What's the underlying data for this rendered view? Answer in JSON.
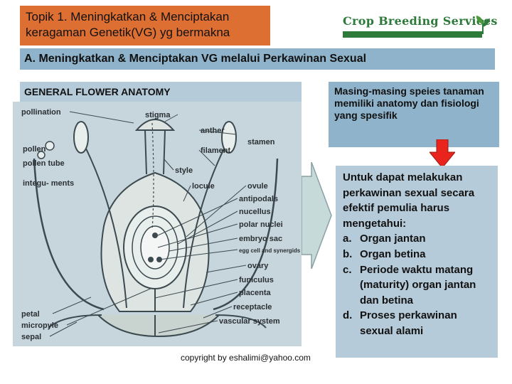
{
  "header": {
    "title_line1": "Topik  1. Meningkatkan & Menciptakan",
    "title_line2": "keragaman Genetik(VG) yg bermakna",
    "logo_text": "Crop Breeding Services",
    "logo_icon": "leaf-sprout-icon"
  },
  "subtitle": "A. Meningkatkan & Menciptakan VG melalui Perkawinan Sexual",
  "diagram": {
    "heading": "GENERAL FLOWER  ANATOMY",
    "labels": {
      "pollination": "pollination",
      "stigma": "stigma",
      "pollen": "pollen",
      "pollen_tube": "pollen tube",
      "integuments": "integu- ments",
      "anther": "anther",
      "filament": "filament",
      "stamen": "stamen",
      "style": "style",
      "locule": "locule",
      "ovule": "ovule",
      "antipodals": "antipodals",
      "nucellus": "nucellus",
      "polar_nuclei": "polar nuclei",
      "embryo_sac": "embryo sac",
      "egg_cell_and_synergids": "egg cell and synergids",
      "ovary": "ovary",
      "funiculus": "funiculus",
      "placenta": "placenta",
      "receptacle": "receptacle",
      "vascular_system": "vascular system",
      "petal": "petal",
      "micropyle": "micropyle",
      "sepal": "sepal"
    }
  },
  "info_box": "Masing-masing speies tanaman memiliki anatomy dan fisiologi yang spesifik",
  "right_box": {
    "intro": "Untuk dapat melakukan perkawinan sexual secara efektif pemulia harus mengetahui:",
    "items": [
      {
        "marker": "a.",
        "text": "Organ jantan"
      },
      {
        "marker": "b.",
        "text": "Organ betina"
      },
      {
        "marker": "c.",
        "text": "Periode waktu matang (maturity) organ jantan dan betina"
      },
      {
        "marker": "d.",
        "text": "Proses perkawinan sexual alami"
      }
    ]
  },
  "copyright": "copyright by eshalimi@yahoo.com",
  "colors": {
    "title_bg": "#dd6f33",
    "subtitle_bg": "#8fb3cb",
    "panel_bg": "#b6cbd9",
    "arrow_red": "#e8241c",
    "logo_green": "#2e7a3a"
  }
}
